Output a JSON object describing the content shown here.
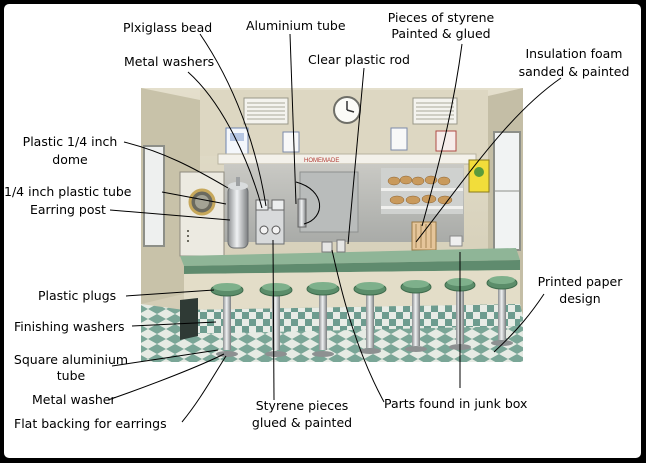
{
  "labels": {
    "plexiglass_bead": "Plxiglass bead",
    "aluminium_tube": "Aluminium tube",
    "styrene_painted_1": "Pieces of styrene",
    "styrene_painted_2": "Painted & glued",
    "metal_washers": "Metal washers",
    "clear_plastic_rod": "Clear plastic rod",
    "insulation_foam_1": "Insulation foam",
    "insulation_foam_2": "sanded & painted",
    "plastic_dome_1": "Plastic 1/4 inch",
    "plastic_dome_2": "dome",
    "plastic_tube": "1/4 inch plastic tube",
    "earring_post": "Earring post",
    "printed_paper_1": "Printed paper",
    "printed_paper_2": "design",
    "plastic_plugs": "Plastic plugs",
    "finishing_washers": "Finishing washers",
    "square_tube_1": "Square aluminium",
    "square_tube_2": "tube",
    "metal_washer": "Metal washer",
    "flat_backing": "Flat backing for earrings",
    "styrene_glued_1": "Styrene pieces",
    "styrene_glued_2": "glued & painted",
    "junk_box": "Parts found in junk box"
  },
  "scene_text": {
    "menu_strip": "HOMEMADE"
  },
  "colors": {
    "background": "#000000",
    "card": "#ffffff",
    "wall": "#d8d2bd",
    "counter_top": "#7fa888",
    "floor_tile_dark": "#6d9c8f",
    "floor_tile_light": "#e8ece6",
    "stool_seat": "#5b8d6a"
  }
}
